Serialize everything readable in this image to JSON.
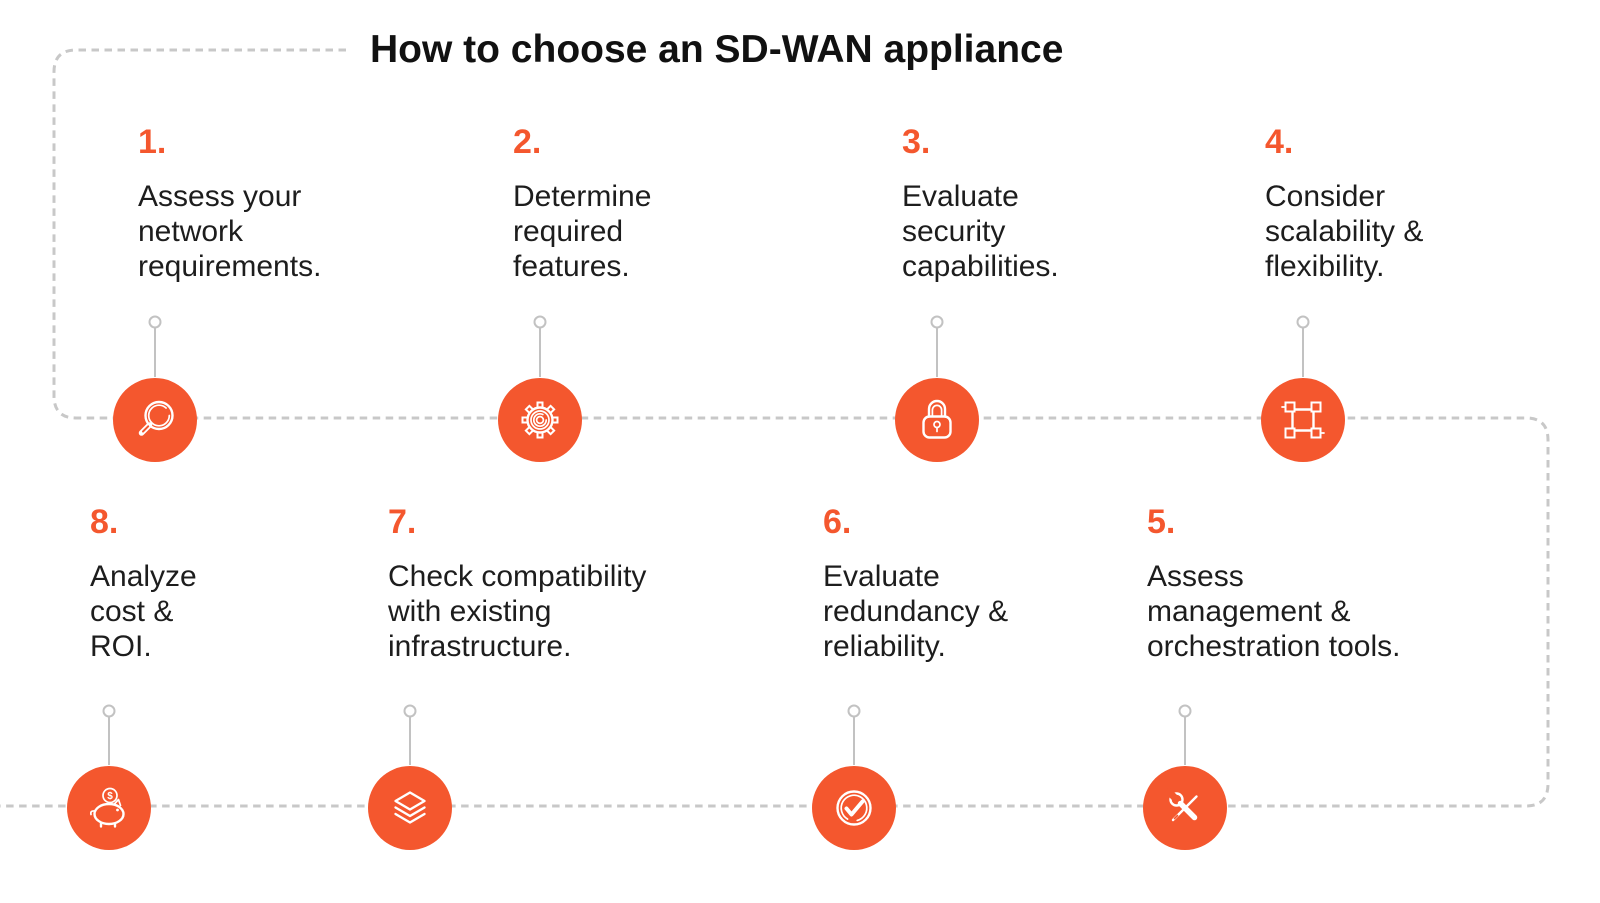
{
  "title": "How to choose an SD-WAN appliance",
  "colors": {
    "accent": "#F4572E",
    "dashed_line": "#C8C8C8",
    "connector": "#C2C2C2",
    "text": "#1D1D1D",
    "title": "#111111",
    "background": "#FFFFFF"
  },
  "steps": [
    {
      "number": "1.",
      "icon": "magnifying-glass",
      "lines": [
        "Assess your",
        "network",
        "requirements."
      ]
    },
    {
      "number": "2.",
      "icon": "gear",
      "lines": [
        "Determine",
        "required",
        "features."
      ]
    },
    {
      "number": "3.",
      "icon": "padlock",
      "lines": [
        "Evaluate",
        "security",
        "capabilities."
      ]
    },
    {
      "number": "4.",
      "icon": "scale-frame",
      "lines": [
        "Consider",
        "scalability &",
        "flexibility."
      ]
    },
    {
      "number": "5.",
      "icon": "tools",
      "lines": [
        "Assess",
        "management &",
        "orchestration tools."
      ]
    },
    {
      "number": "6.",
      "icon": "check-circle",
      "lines": [
        "Evaluate",
        "redundancy &",
        "reliability."
      ]
    },
    {
      "number": "7.",
      "icon": "layers",
      "lines": [
        "Check compatibility",
        "with existing",
        "infrastructure."
      ]
    },
    {
      "number": "8.",
      "icon": "piggy-bank",
      "lines": [
        "Analyze",
        "cost &",
        "ROI."
      ],
      "coin_symbol": "$"
    }
  ]
}
